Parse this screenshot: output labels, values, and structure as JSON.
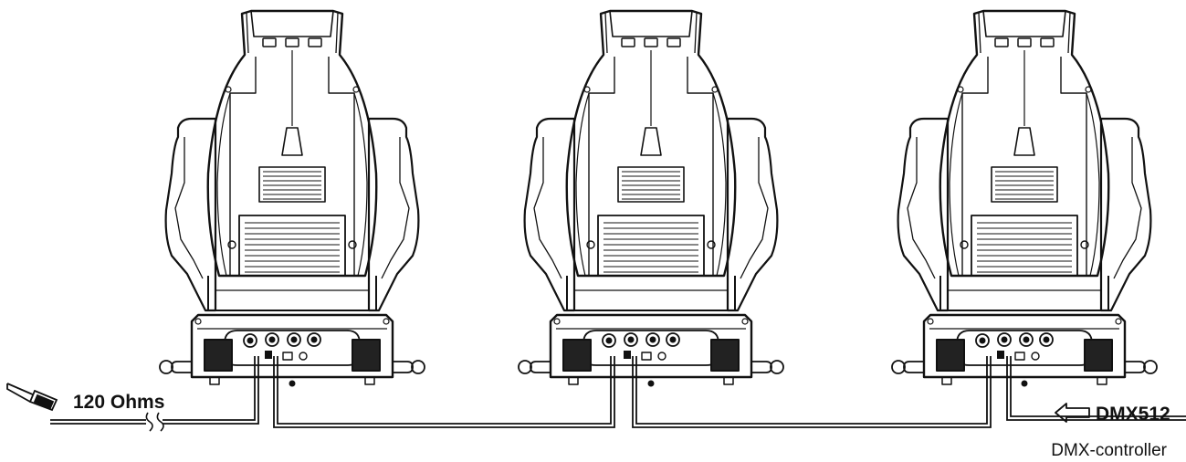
{
  "labels": {
    "terminator": "120 Ohms",
    "input": "DMX512",
    "controller": "DMX-controller"
  },
  "colors": {
    "line": "#111111",
    "fill_dark": "#222222",
    "background": "#ffffff"
  },
  "icons": {
    "terminator": "terminator-plug-icon",
    "input_arrow": "left-arrow-icon",
    "cable_break": "cable-break-icon"
  },
  "fixtures": [
    {
      "id": "fixture-1"
    },
    {
      "id": "fixture-2"
    },
    {
      "id": "fixture-3"
    }
  ]
}
